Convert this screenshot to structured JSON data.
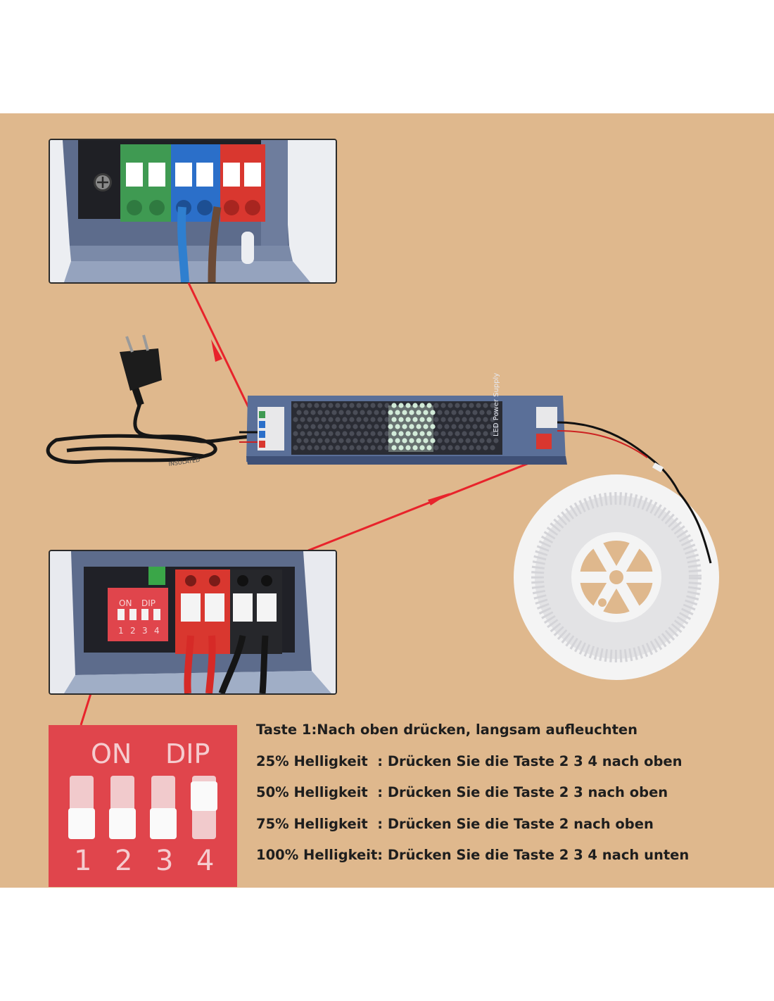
{
  "top_inset": {
    "terminal_colors": [
      "#3f9a52",
      "#2b6fc9",
      "#d9372f"
    ]
  },
  "bottom_inset": {
    "dip_on_label": "ON",
    "dip_dip_label": "DIP",
    "dip_numbers": [
      "1",
      "2",
      "3",
      "4"
    ]
  },
  "power_supply": {
    "label": "LED Power Supply"
  },
  "plug_label": "INSULATED",
  "dip_zoom": {
    "on_label": "ON",
    "dip_label": "DIP",
    "numbers": [
      "1",
      "2",
      "3",
      "4"
    ]
  },
  "instructions": [
    "Taste 1:Nach oben drücken, langsam aufleuchten",
    "25% Helligkeit  : Drücken Sie die Taste 2 3 4 nach oben",
    "50% Helligkeit  : Drücken Sie die Taste 2 3 nach oben",
    "75% Helligkeit  : Drücken Sie die Taste 2 nach oben",
    "100% Helligkeit: Drücken Sie die Taste 2 3 4 nach unten"
  ],
  "colors": {
    "background": "#dfb88d",
    "pointer_line": "#e8232b",
    "supply_body": "#5a6f98",
    "dip_red": "#e0454c"
  }
}
